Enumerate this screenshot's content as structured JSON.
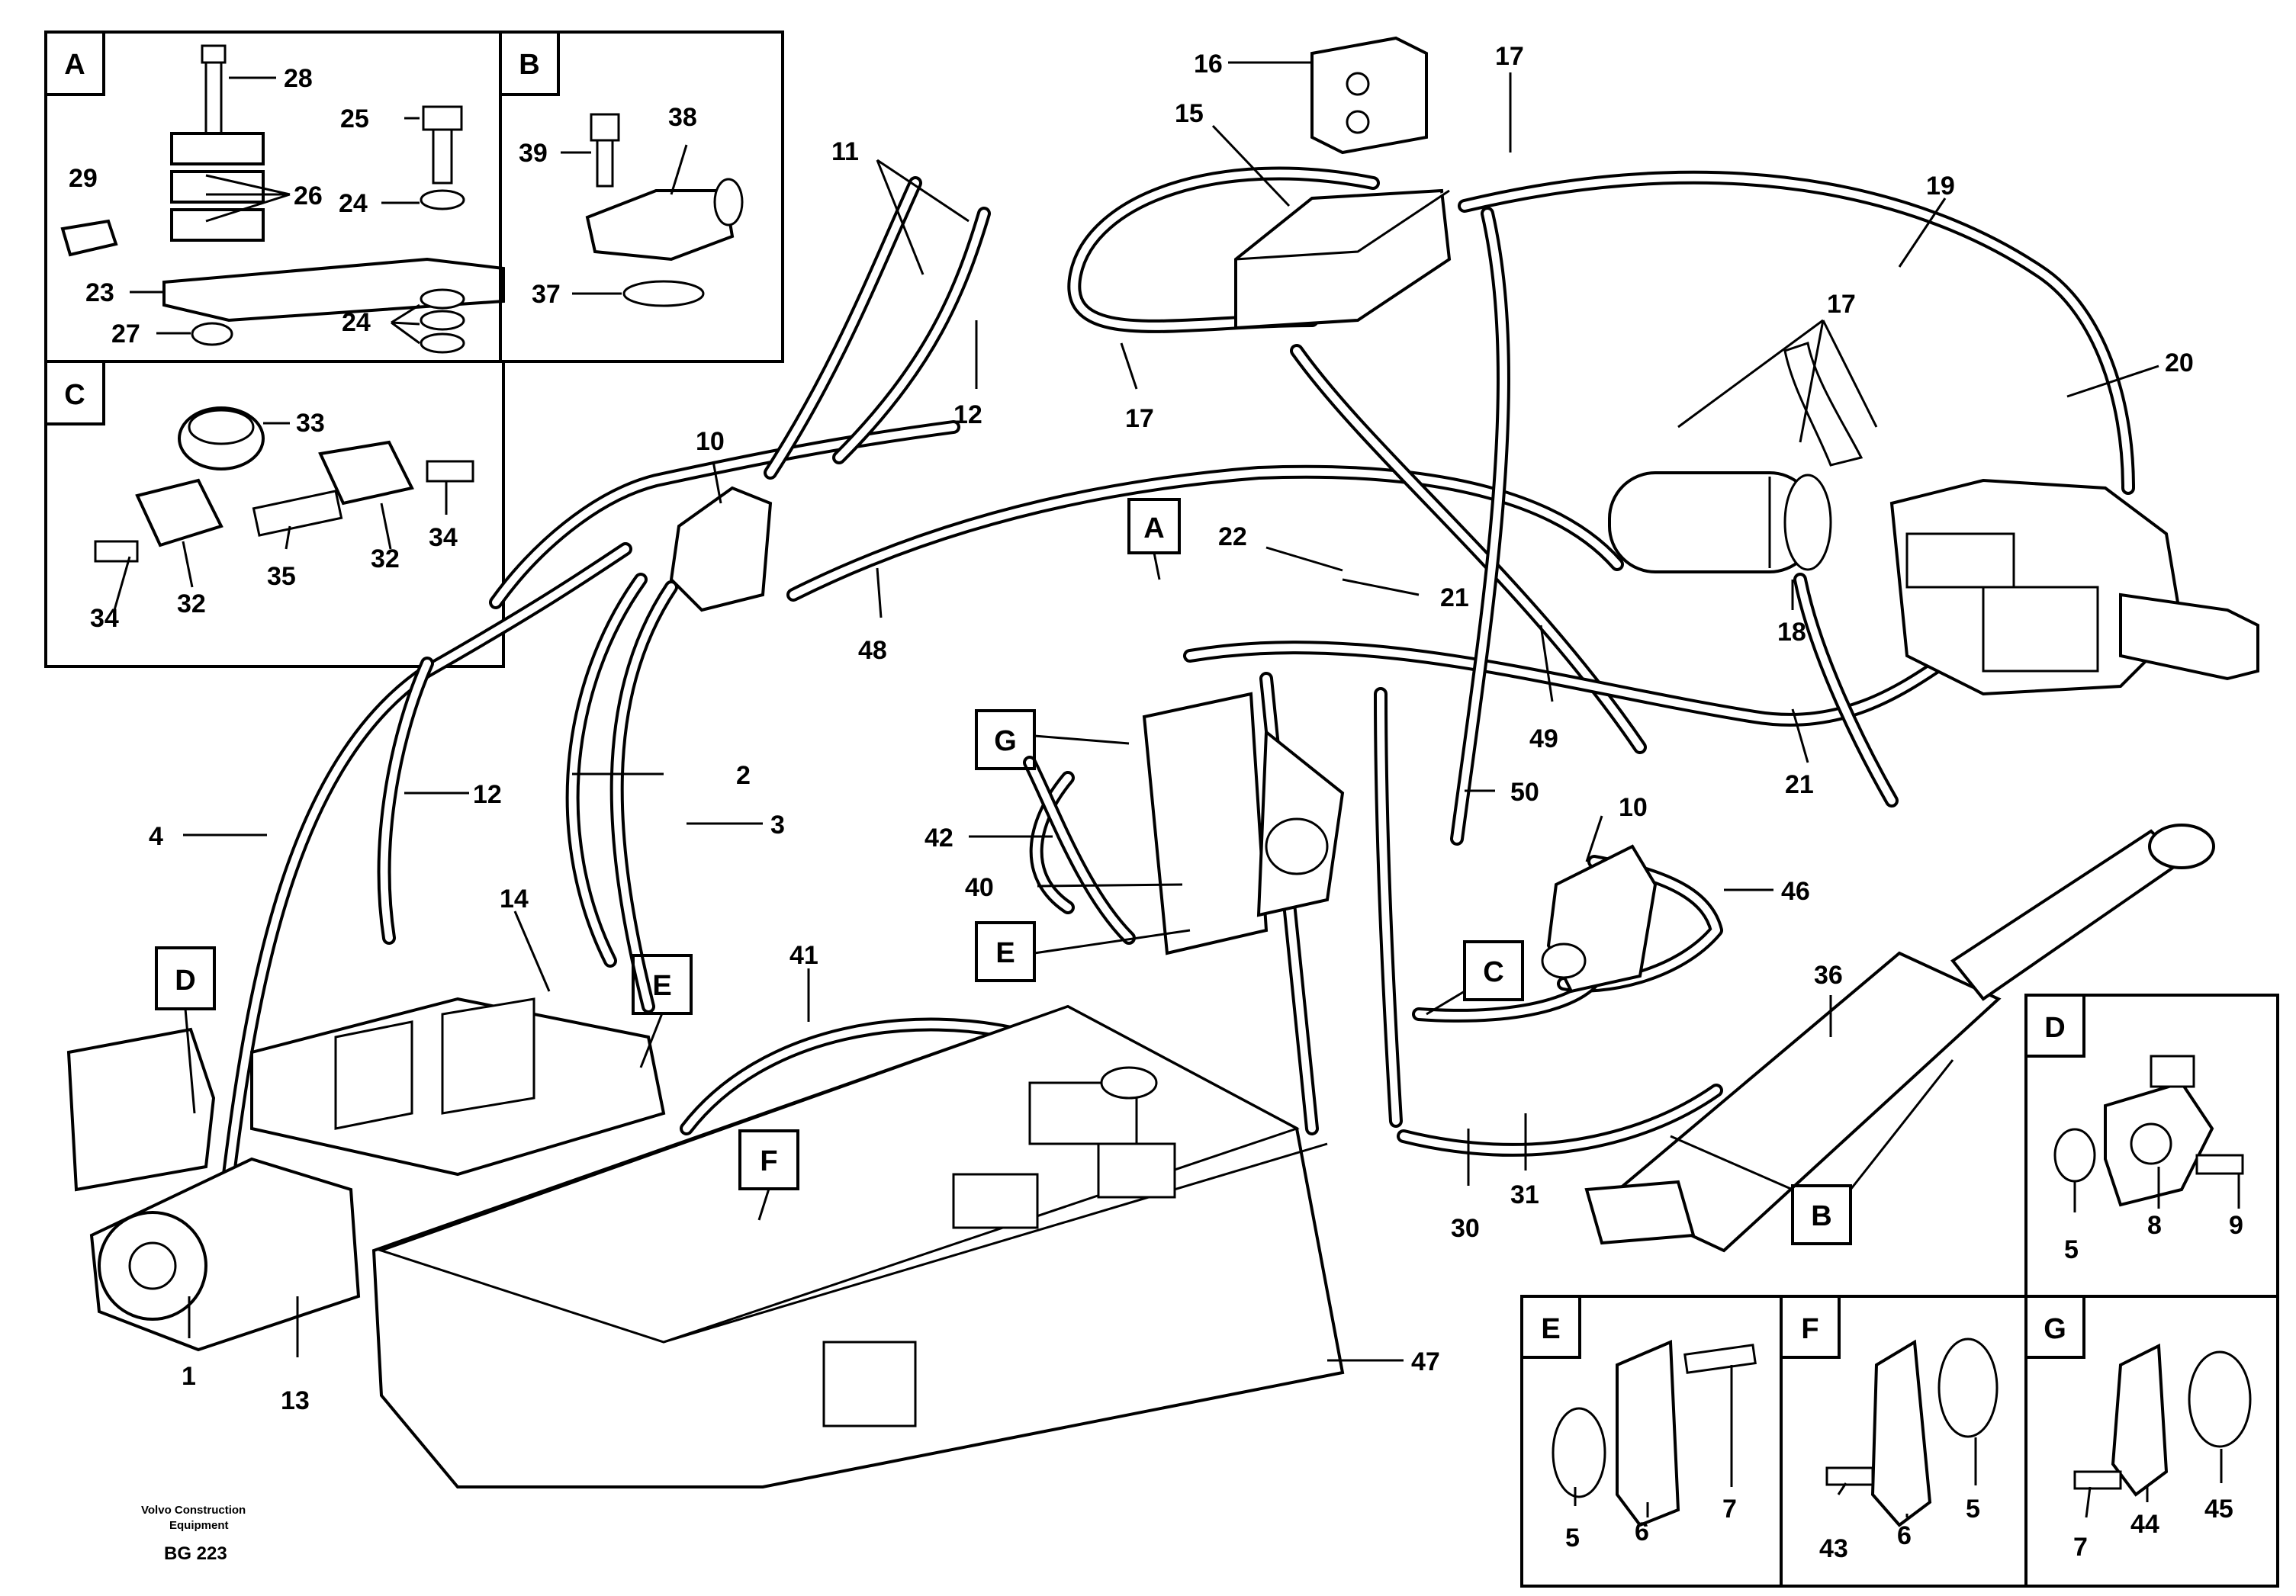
{
  "detail_boxes": {
    "A": {
      "label": "A",
      "callouts": [
        "28",
        "25",
        "26",
        "24",
        "29",
        "23",
        "27",
        "24"
      ]
    },
    "B": {
      "label": "B",
      "callouts": [
        "39",
        "38",
        "37"
      ]
    },
    "C": {
      "label": "C",
      "callouts": [
        "33",
        "34",
        "35",
        "32",
        "34",
        "32"
      ]
    },
    "D": {
      "label": "D",
      "callouts": [
        "5",
        "8",
        "9"
      ]
    },
    "E": {
      "label": "E",
      "callouts": [
        "5",
        "6",
        "7"
      ]
    },
    "F": {
      "label": "F",
      "callouts": [
        "43",
        "6",
        "5"
      ]
    },
    "G": {
      "label": "G",
      "callouts": [
        "7",
        "44",
        "45"
      ]
    }
  },
  "view_markers": [
    "A",
    "B",
    "C",
    "D",
    "E",
    "F",
    "G",
    "E"
  ],
  "callouts": [
    "16",
    "17",
    "15",
    "11",
    "19",
    "12",
    "17",
    "17",
    "20",
    "10",
    "22",
    "21",
    "18",
    "48",
    "49",
    "21",
    "2",
    "3",
    "4",
    "12",
    "50",
    "10",
    "42",
    "40",
    "46",
    "41",
    "14",
    "36",
    "31",
    "30",
    "1",
    "13",
    "47"
  ],
  "footer": {
    "company_line1": "Volvo Construction",
    "company_line2": "Equipment",
    "code": "BG 223"
  }
}
